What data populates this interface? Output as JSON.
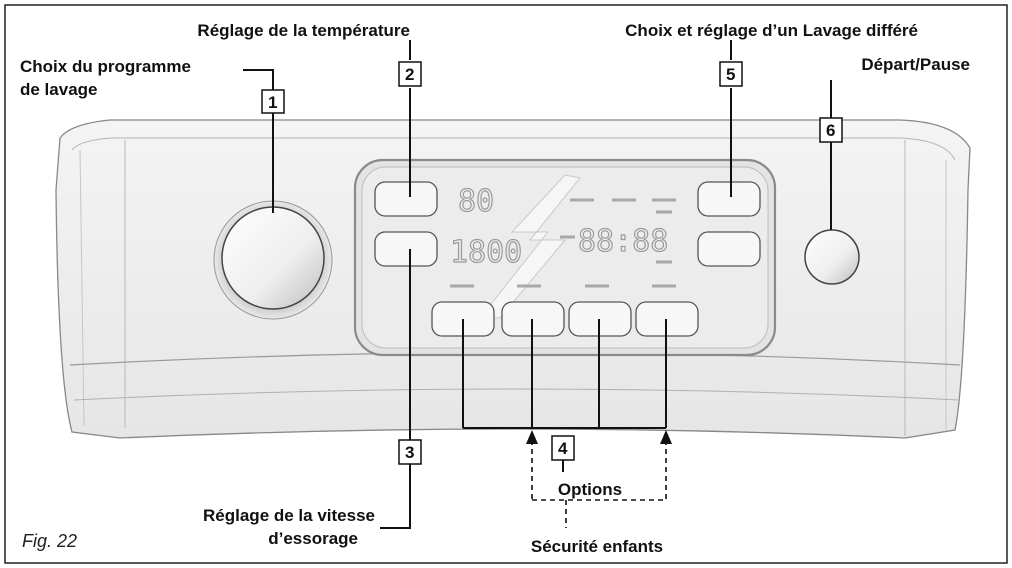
{
  "labels": {
    "program": [
      "Choix du programme",
      "de lavage"
    ],
    "temperature": "Réglage de la température",
    "delay": "Choix et réglage d’un Lavage différé",
    "start": "Départ/Pause",
    "spin": [
      "Réglage de la vitesse",
      "d’essorage"
    ],
    "options": "Options",
    "child_lock": "Sécurité enfants"
  },
  "callouts": [
    "1",
    "2",
    "3",
    "4",
    "5",
    "6"
  ],
  "display": {
    "temp": "80",
    "speed": "1800",
    "time": "88:88"
  },
  "figure_caption": "Fig. 22"
}
